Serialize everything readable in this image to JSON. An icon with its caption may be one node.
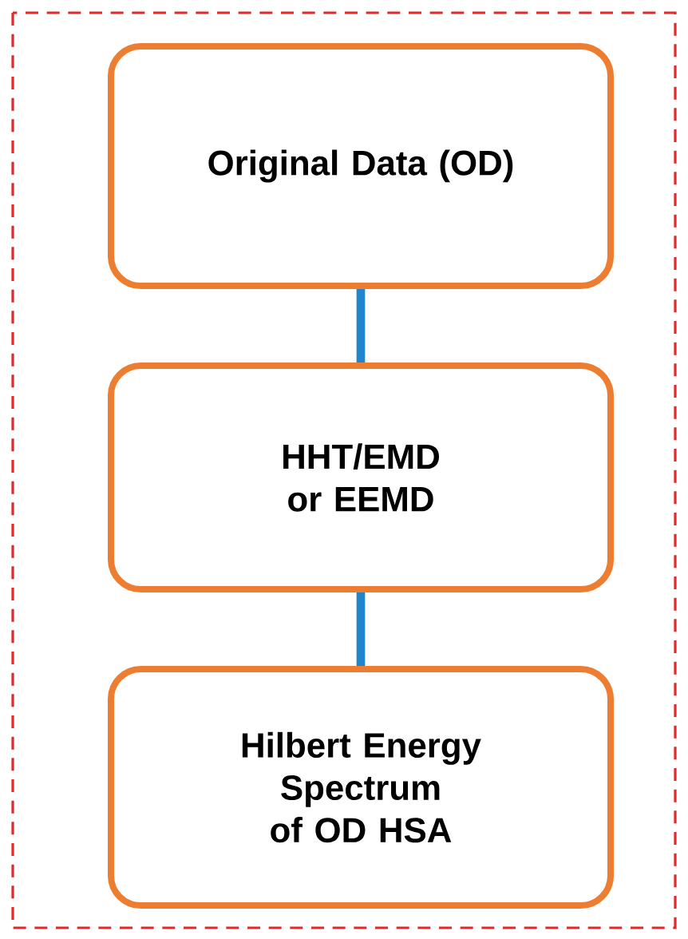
{
  "diagram": {
    "nodes": [
      {
        "text": [
          "Original Data (OD)"
        ]
      },
      {
        "text": [
          "HHT/EMD or EEMD"
        ]
      },
      {
        "text": [
          "Hilbert Energy Spectrum of OD HSA"
        ]
      }
    ],
    "edges": [
      {
        "from": 0,
        "to": 1,
        "arrow": "none"
      },
      {
        "from": 1,
        "to": 2,
        "arrow": "none"
      }
    ]
  }
}
